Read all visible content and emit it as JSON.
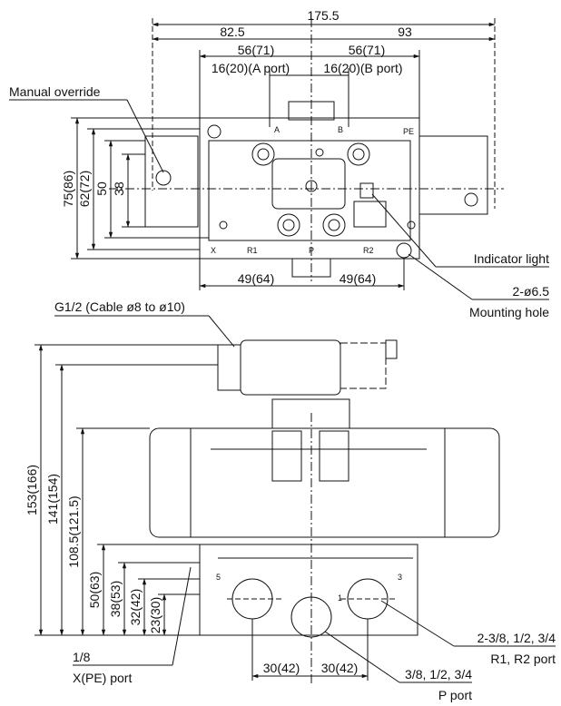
{
  "top_view": {
    "dims": {
      "overall_width": "175.5",
      "left_width": "82.5",
      "right_width": "93",
      "left_half": "56(71)",
      "right_half": "56(71)",
      "a_port_offset": "16(20)(A port)",
      "b_port_offset": "16(20)(B port)",
      "height_75": "75(86)",
      "height_62": "62(72)",
      "height_50": "50",
      "height_38": "38",
      "mount_left": "49(64)",
      "mount_right": "49(64)"
    },
    "labels": {
      "manual_override": "Manual override",
      "indicator_light": "Indicator light",
      "mounting_hole_count": "2-ø6.5",
      "mounting_hole": "Mounting hole"
    },
    "ports": {
      "A": "A",
      "B": "B",
      "PE": "PE",
      "R1": "R1",
      "R2": "R2",
      "P": "P",
      "X": "X"
    }
  },
  "front_view": {
    "cable": "G1/2 (Cable ø8 to ø10)",
    "dims": {
      "h153": "153(166)",
      "h141": "141(154)",
      "h108": "108.5(121.5)",
      "h50": "50(63)",
      "h38": "38(53)",
      "h32": "32(42)",
      "h23": "23(30)",
      "w_left": "30(42)",
      "w_right": "30(42)"
    },
    "labels": {
      "x_size": "1/8",
      "x_port": "X(PE) port",
      "r_size": "2-3/8, 1/2, 3/4",
      "r_port": "R1, R2 port",
      "p_size": "3/8, 1/2, 3/4",
      "p_port": "P port"
    },
    "ports": {
      "five": "5",
      "three": "3",
      "one": "1"
    }
  }
}
